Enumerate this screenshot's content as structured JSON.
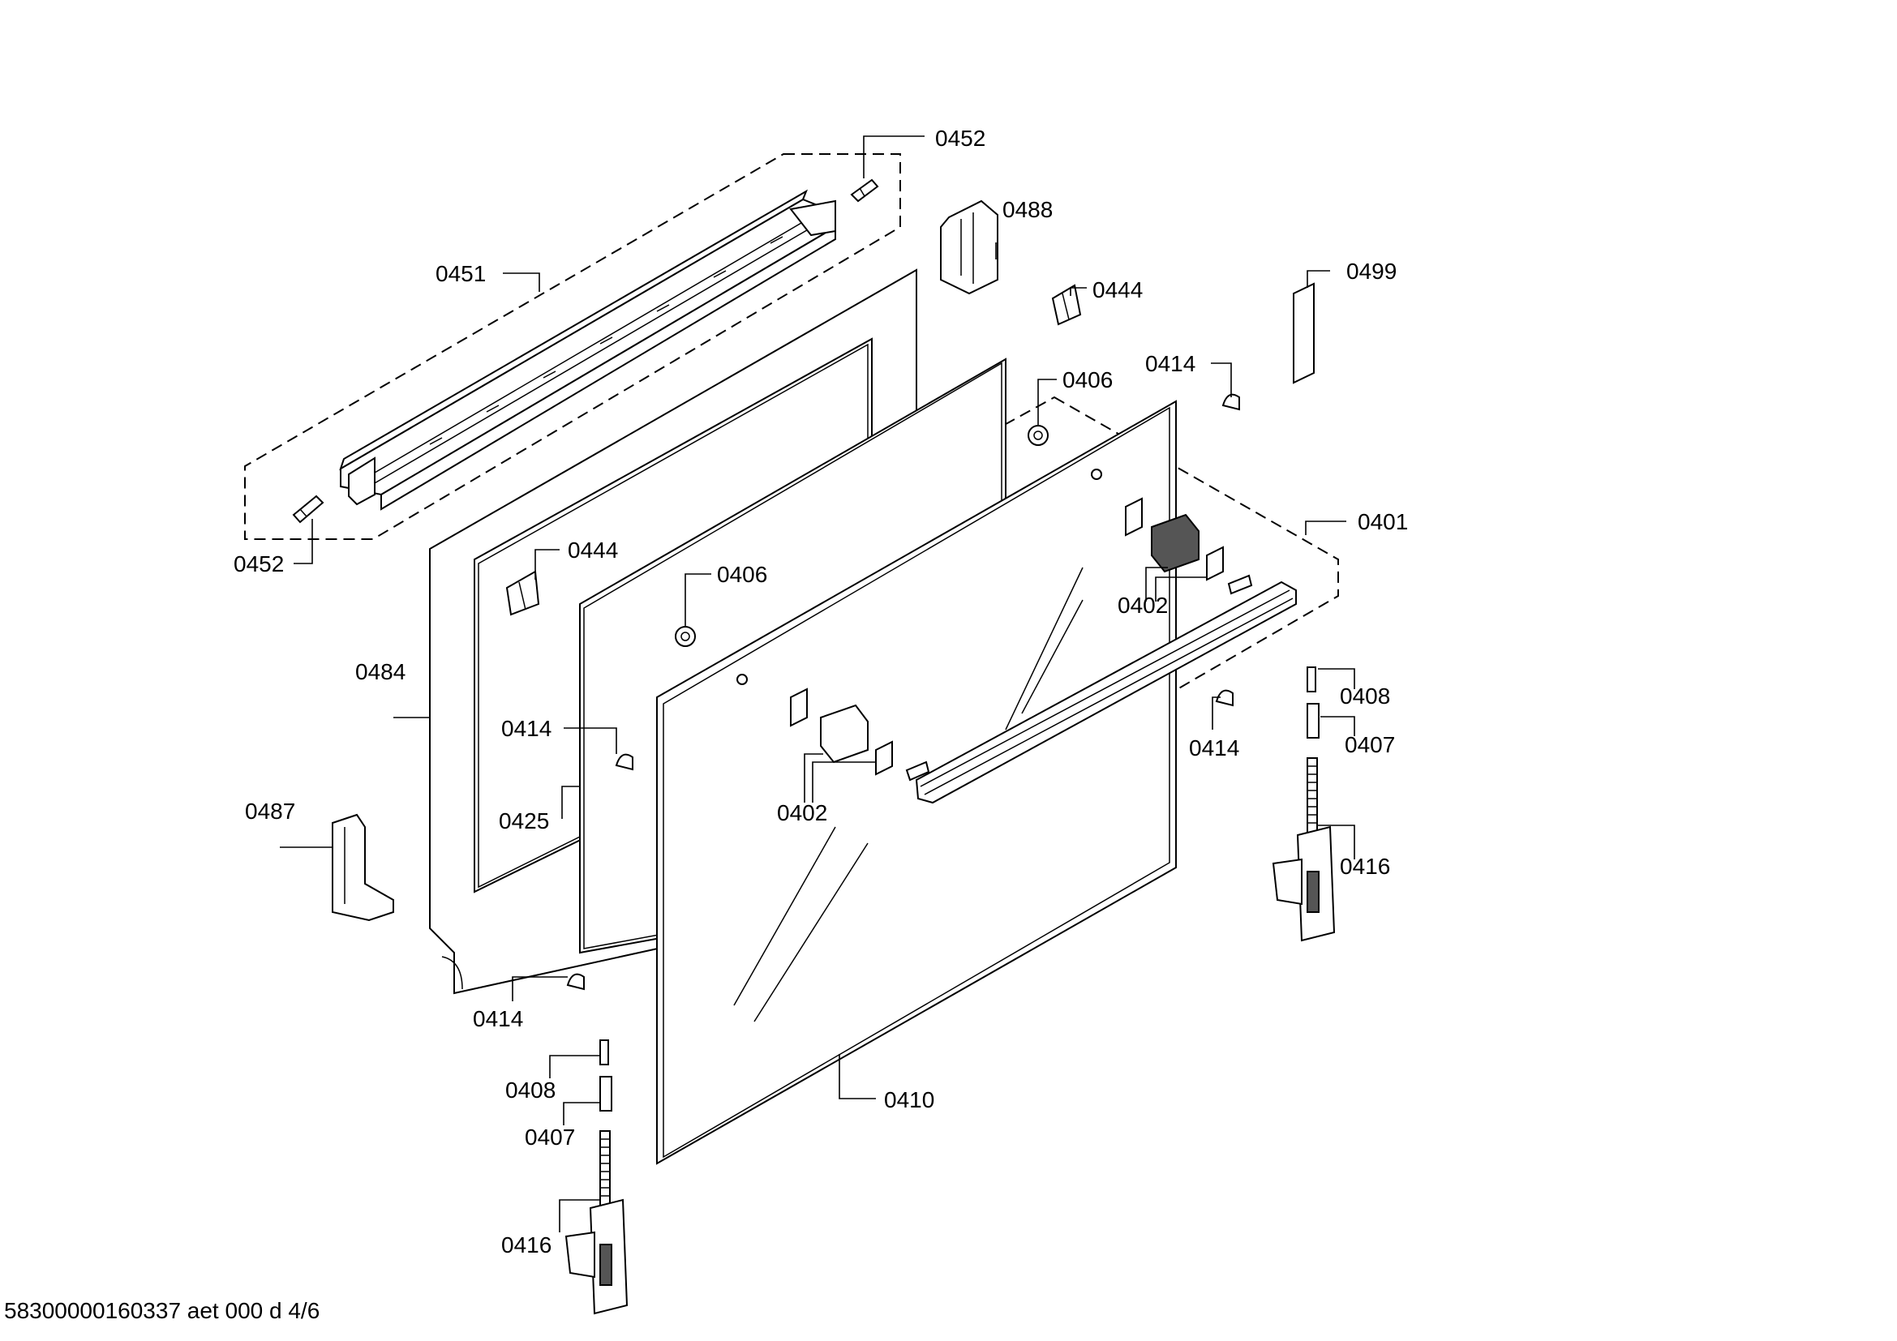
{
  "diagram": {
    "footer": "58300000160337 aet 000 d 4/6",
    "labels": {
      "p0452_top": "0452",
      "p0451": "0451",
      "p0452_left": "0452",
      "p0488": "0488",
      "p0444_top": "0444",
      "p0499": "0499",
      "p0414_tr": "0414",
      "p0406_top": "0406",
      "p0401": "0401",
      "p0402_right": "0402",
      "p0444_mid": "0444",
      "p0406_mid": "0406",
      "p0484": "0484",
      "p0414_ml": "0414",
      "p0425": "0425",
      "p0402_mid": "0402",
      "p0414_rm": "0414",
      "p0408_right": "0408",
      "p0407_right": "0407",
      "p0416_right": "0416",
      "p0487": "0487",
      "p0414_bl": "0414",
      "p0408_left": "0408",
      "p0407_left": "0407",
      "p0410": "0410",
      "p0416_left": "0416"
    }
  }
}
